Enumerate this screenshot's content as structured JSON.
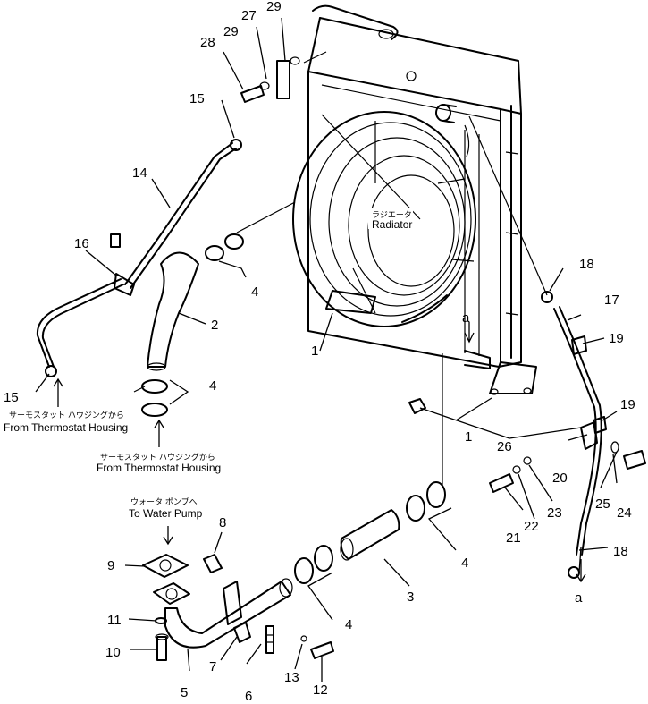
{
  "callouts": {
    "c1a": "1",
    "c1b": "1",
    "c2": "2",
    "c3": "3",
    "c4a": "4",
    "c4b": "4",
    "c4c": "4",
    "c4d": "4",
    "c5": "5",
    "c6": "6",
    "c7": "7",
    "c8": "8",
    "c9": "9",
    "c10": "10",
    "c11": "11",
    "c12": "12",
    "c13": "13",
    "c14": "14",
    "c15a": "15",
    "c15b": "15",
    "c16": "16",
    "c17": "17",
    "c18a": "18",
    "c18b": "18",
    "c19a": "19",
    "c19b": "19",
    "c20": "20",
    "c21": "21",
    "c22": "22",
    "c23": "23",
    "c24": "24",
    "c25": "25",
    "c26": "26",
    "c27": "27",
    "c28": "28",
    "c29a": "29",
    "c29b": "29",
    "a_top": "a",
    "a_bottom": "a"
  },
  "labels": {
    "radiator_jp": "ラジエータ",
    "radiator_en": "Radiator",
    "thermo_jp": "サーモスタット ハウジングから",
    "thermo_en": "From Thermostat Housing",
    "pump_jp": "ウォータ ポンプへ",
    "pump_en": "To Water Pump"
  }
}
